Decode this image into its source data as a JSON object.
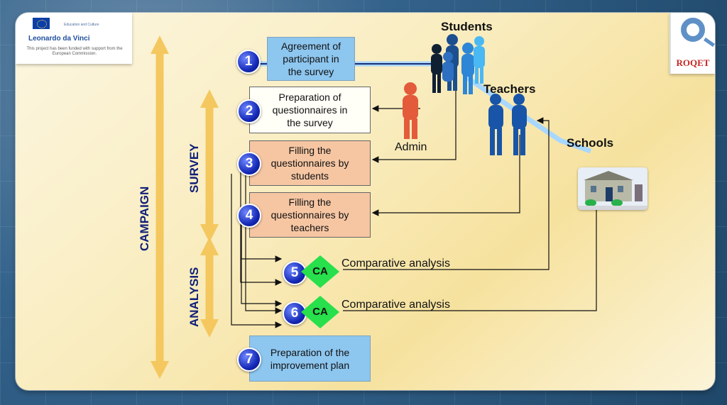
{
  "logo": {
    "small_top": "Education and Culture",
    "program": "Leonardo da Vinci",
    "funding": "This project has been funded\nwith support from the European Commission."
  },
  "brand": {
    "text": "ROQET"
  },
  "labels": {
    "campaign": "CAMPAIGN",
    "survey": "SURVEY",
    "analysis": "ANALYSIS",
    "students": "Students",
    "teachers": "Teachers",
    "schools": "Schools",
    "admin": "Admin"
  },
  "steps": [
    {
      "num": "1",
      "text": "Agreement of\nparticipant in\nthe survey"
    },
    {
      "num": "2",
      "text": "Preparation of\nquestionnaires in\nthe survey"
    },
    {
      "num": "3",
      "text": "Filling the\nquestionnaires by\nstudents"
    },
    {
      "num": "4",
      "text": "Filling the\nquestionnaires by\nteachers"
    },
    {
      "num": "5",
      "ca": "CA",
      "text": "Comparative analysis"
    },
    {
      "num": "6",
      "ca": "CA",
      "text": "Comparative analysis"
    },
    {
      "num": "7",
      "text": "Preparation of the\nimprovement plan"
    }
  ],
  "colors": {
    "blue": "#8dc6ef",
    "orange": "#f6c6a3",
    "green": "#27e04c",
    "navy": "#0f1f78",
    "arrow": "#f4c85f"
  },
  "icons": {
    "students": "students-group-icon",
    "teachers": "teachers-group-icon",
    "admin": "admin-person-icon",
    "schools": "school-building-icon"
  }
}
